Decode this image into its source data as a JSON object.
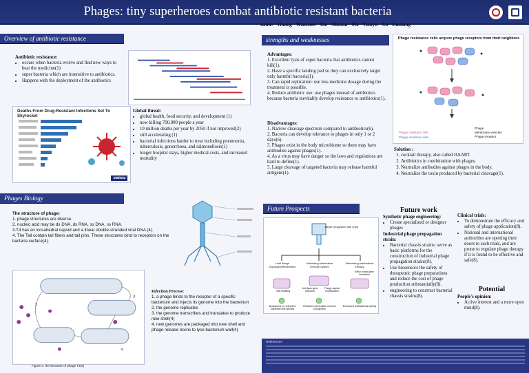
{
  "title": "Phages: tiny superheroes combat antibiotic resistant bacteria",
  "names": "name:   Huang Wanzhen   Tao Shuhan   Ma Tianyu   Xu Jiashang",
  "sections": {
    "overview": "Overview of antibiotic resistance",
    "biology": "Phages Biology",
    "strengths": "strengths and weaknesses",
    "future": "Future Prospects"
  },
  "resistance": {
    "heading": "Antibiotic resistance:",
    "items": [
      "occurs when bacteria evolve and find new ways to beat the medicine(1)",
      "super bacteria which are insensitive to antibiotics.",
      "Happens with the deployment of the antibiotics"
    ]
  },
  "infographic_title": "Deaths From Drug-Resistant Infections Set To Skyrocket",
  "infographic_brand": "statista",
  "threat": {
    "heading": "Global threat:",
    "items": [
      "global health, food security, and development (1)",
      "now killing 700,000 people a year",
      "10 million deaths per year by 2050 if not improved(2)",
      "still accelerating (1)",
      "bacterial infections harder to treat including pneumonia, tuberculosis, gonorrhoea, and salmonellosis(1)",
      "longer hospital stays, higher medical costs, and increased mortality"
    ]
  },
  "structure": {
    "heading": "The structure of phage:",
    "lines": [
      "1. phage structures are diverse.",
      "2. nucleic acid may be ds DNA, ds RNA, ss DNA, ss RNA.",
      "3.T4 has an icosahedral capsid and a linear double-stranded viral DNA (4).",
      "4. The Tail contain tail fibers and tail pins. These structures bind to receptors on the bacteria surface(4)."
    ]
  },
  "figure_caption": "Figure 2: the structure of phage T4(5)",
  "infection": {
    "heading": "Infection Process:",
    "lines": [
      "1.          a phage binds to the receptor of a specific bacterium and injects its genome into the bacterium",
      "2.          the genome replicates",
      "3.          the genome transcribes and translates to produce new shell(4)",
      "4.          new genomes are packaged into new shell and phage release toxins to lyse bacterium wall(4)"
    ]
  },
  "advantages": {
    "heading": "Advantages:",
    "lines": [
      "1.   Excellent lysis of super bacteria that antibiotics cannot kill(1).",
      "2.   Have a specific landing pad so they can exclusively target only harmful bacteria(1).",
      "3.   Can rapid replication: use less medicine dosage during the treatment is possible.",
      "4.   Reduce antibiotic use: use phages instead of antibiotics because bacteria inevitably develop resistance to antibiotics(1)."
    ]
  },
  "disadvantages": {
    "heading": "Disadvantages:",
    "lines": [
      "1. Narrow cleavage spectrum compared to antibiotics(6).",
      "2. Bacteria can develop tolerance to phages in only 1 or 2 days(6).",
      "3. Phages exist in the body microbiome so there may have antibodies against phages(1).",
      "4. As a virus may have danger so the laws and regulations are hard to define(1).",
      "5. Large cleavage of targeted bacteria may release harmful antigens(1)."
    ]
  },
  "resistance_figure": {
    "title": "Phage resistance cells acquire phage receptors from their neighbors",
    "legend": [
      "Phage resistant cells",
      "Phage sensitive cells",
      "Phage",
      "Membrane vesicles",
      "Phage receptor"
    ]
  },
  "solution": {
    "heading": "Solution :",
    "items": [
      "cocktail therapy, also called HAART.",
      "Antibiotics in combination with phages.",
      "Neutralize antibodies against phages in the body.",
      "Neutralize the toxin produced by bacterial cleavage(1)."
    ]
  },
  "future_fig": {
    "top": "Target recognition site (Tail)",
    "cols": [
      "Host Range Expansion/Redirection",
      "Minimizing Mammalian Immune System",
      "Maximizing Antibacterial Efficacy"
    ],
    "bottom": [
      "Tail Shuffling",
      "Anti-lysis gene inclusion",
      "Phage capsid modification",
      "Efflux pump gene insulation",
      "Broadened or redirected bacterial host spectra",
      "Reduced mammalian immune recognition",
      "Enhanced antibacterial activity"
    ]
  },
  "future_work": {
    "heading": "Future work",
    "sub1": "Synthetic phage engineering:",
    "items1": [
      "Create specialized or designer phages"
    ],
    "sub2": "Industrial phage propagation strain:",
    "items2": [
      "Bacterial chassis strains: serve as basic platforms for the construction of industrial phage propagation strains(8).",
      "Use biosensors the safety of therapeutic phage preparations and reduce the cost of phage production substantially(8).",
      "engineering to construct bacterial chassis strains(8)."
    ]
  },
  "clinical": {
    "heading": "Clinical trials:",
    "items": [
      "To demonstrate the efficacy and safety of phage application(8).",
      "National and international authorities are opening their doors to such trials, and are prone to regulate phage therapy if it is found to be effective and safe(8)."
    ]
  },
  "potential": {
    "heading": "Potential",
    "sub": "People's opinion:",
    "items": [
      "Active interest and a more open mind(8)."
    ]
  },
  "references_label": "References",
  "colors": {
    "navy": "#24367c",
    "red": "#c8252f",
    "accent": "#3b5bb0"
  }
}
